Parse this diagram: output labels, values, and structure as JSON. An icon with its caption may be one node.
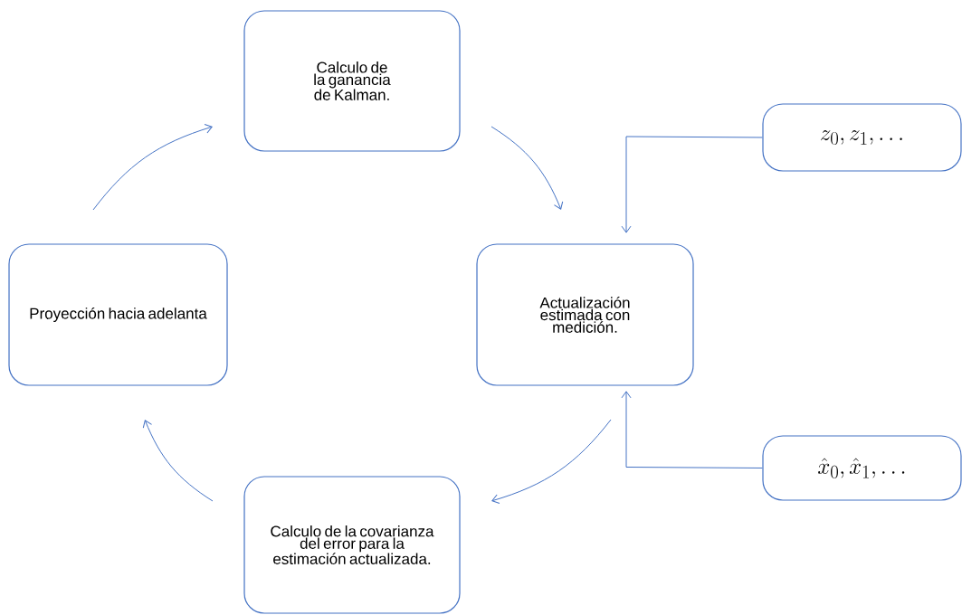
{
  "diagram": {
    "nodes": [
      {
        "text": [
          "Calculo de la ganancia de Kalman."
        ]
      },
      {
        "text": [
          "Actualización estimada con medición."
        ]
      },
      {
        "text": [
          "Calculo de la covarianza del error para la estimación actualizada."
        ]
      },
      {
        "text": [
          "Proyección hacia adelanta"
        ]
      },
      {
        "text": [
          "z_0, z_1, \\ldots"
        ]
      },
      {
        "text": [
          "\\hat{x}_0, \\hat{x}_1, \\ldots"
        ]
      }
    ],
    "edges": [
      {
        "from": 0,
        "to": 1,
        "arrow": "to"
      },
      {
        "from": 1,
        "to": 2,
        "arrow": "to"
      },
      {
        "from": 2,
        "to": 3,
        "arrow": "to"
      },
      {
        "from": 3,
        "to": 0,
        "arrow": "to"
      },
      {
        "from": 4,
        "to": 1,
        "arrow": "to"
      },
      {
        "from": 5,
        "to": 1,
        "arrow": "to"
      }
    ]
  }
}
